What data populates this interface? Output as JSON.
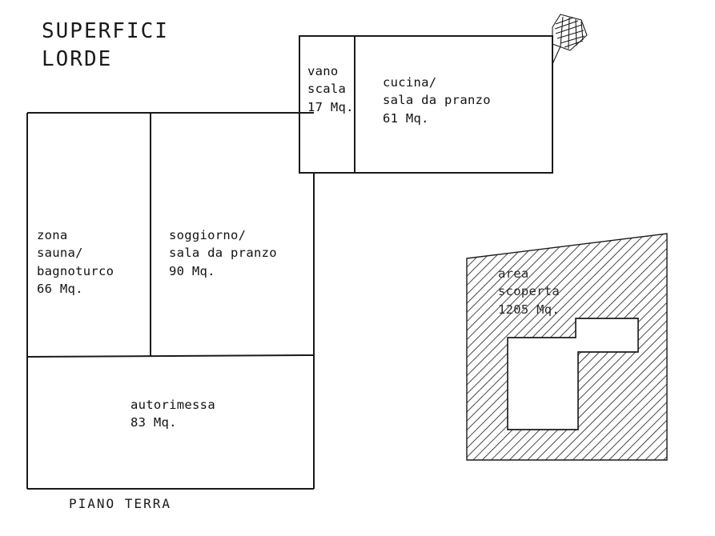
{
  "document": {
    "title": "SUPERFICI\nLORDE",
    "footer_label": "PIANO TERRA",
    "ink_color": "#1a1a1a",
    "background_color": "#ffffff"
  },
  "rooms": [
    {
      "id": "vano-scala",
      "name": "vano scala",
      "label": "vano\nscala\n17 Mq.",
      "area_value": 17,
      "area_unit": "Mq."
    },
    {
      "id": "cucina-sala-da-pranzo",
      "name": "cucina/sala da pranzo",
      "label": "cucina/\nsala da pranzo\n61 Mq.",
      "area_value": 61,
      "area_unit": "Mq."
    },
    {
      "id": "zona-sauna-bagnoturco",
      "name": "zona sauna/bagnoturco",
      "label": "zona\nsauna/\nbagnoturco\n66 Mq.",
      "area_value": 66,
      "area_unit": "Mq."
    },
    {
      "id": "soggiorno-sala-da-pranzo",
      "name": "soggiorno/sala da pranzo",
      "label": "soggiorno/\nsala da pranzo\n90 Mq.",
      "area_value": 90,
      "area_unit": "Mq."
    },
    {
      "id": "autorimessa",
      "name": "autorimessa",
      "label": "autorimessa\n83 Mq.",
      "area_value": 83,
      "area_unit": "Mq."
    },
    {
      "id": "area-scoperta",
      "name": "area scoperta",
      "label": "area\nscoperta\n1205 Mq.",
      "area_value": 1205,
      "area_unit": "Mq."
    }
  ],
  "marks": {
    "stamp": "hand-drawn-scribble-stamp"
  }
}
